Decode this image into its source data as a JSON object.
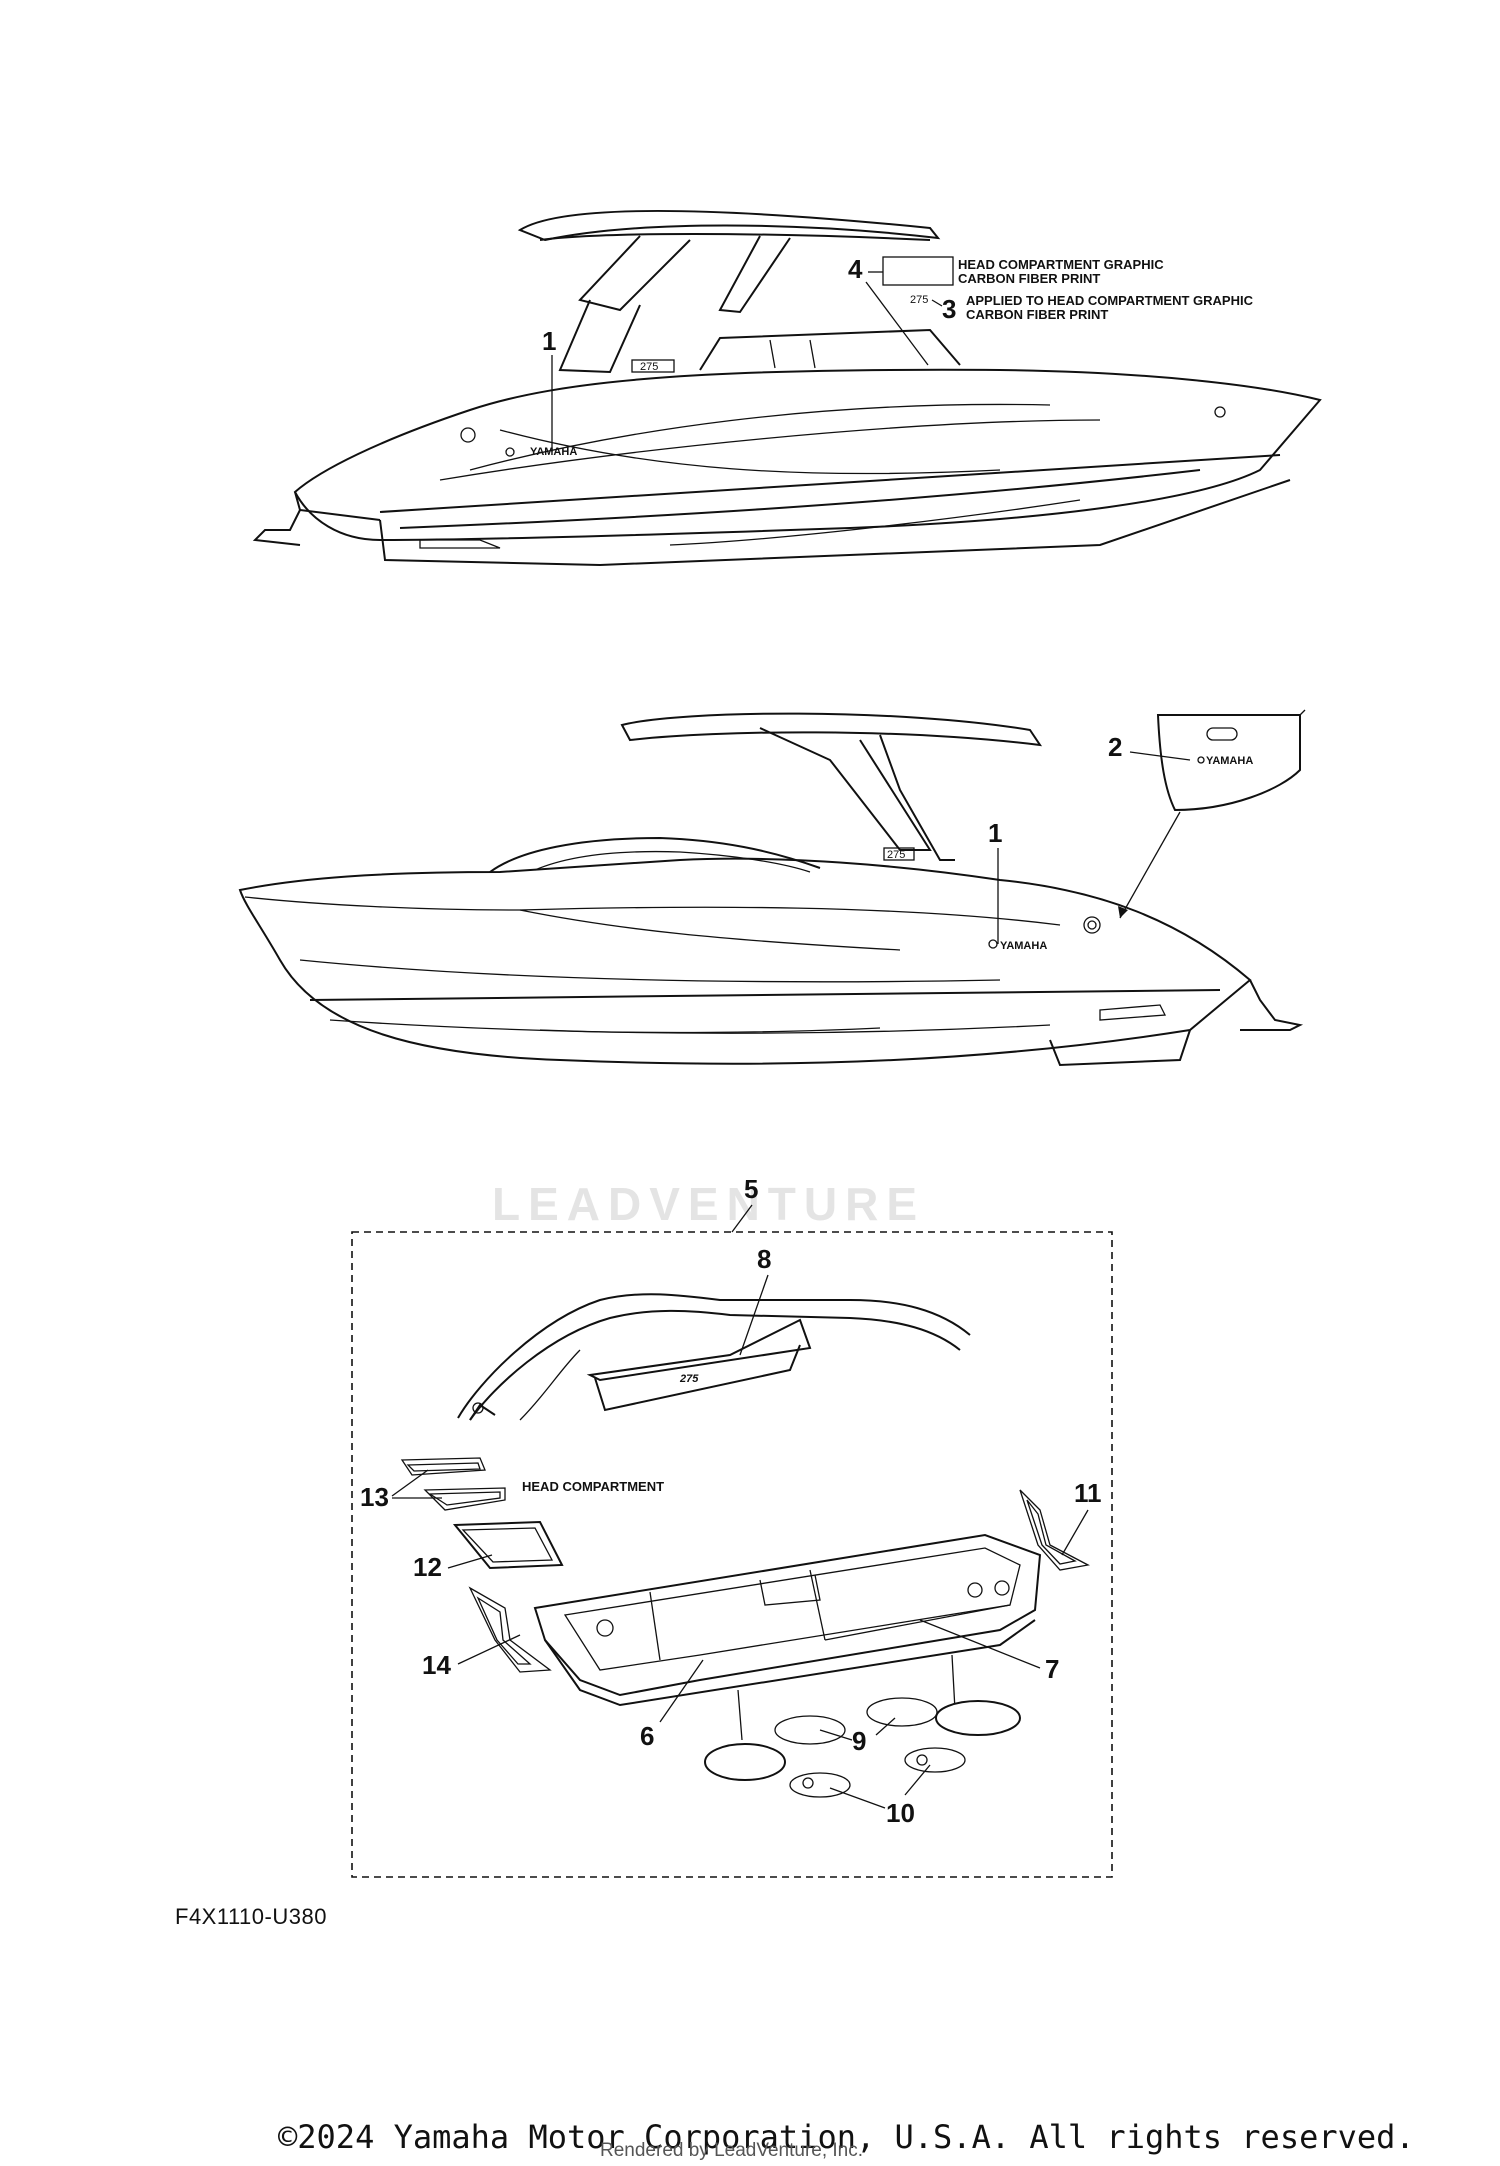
{
  "watermark_text": "LEADVENTURE",
  "callouts": {
    "c1_top": "1",
    "c1_mid": "1",
    "c2": "2",
    "c3": "3",
    "c4": "4",
    "c5": "5",
    "c6": "6",
    "c7": "7",
    "c8": "8",
    "c9": "9",
    "c10": "10",
    "c11": "11",
    "c12": "12",
    "c13": "13",
    "c14": "14"
  },
  "notes": {
    "c4_line1": "HEAD COMPARTMENT GRAPHIC",
    "c4_line2": "CARBON FIBER PRINT",
    "c3_line1": "APPLIED TO HEAD COMPARTMENT GRAPHIC",
    "c3_line2": "CARBON FIBER PRINT",
    "head_compartment": "HEAD COMPARTMENT"
  },
  "decal_text": {
    "model": "275",
    "brand": "YAMAHA"
  },
  "diagram_code": "F4X1110-U380",
  "copyright": "©2024 Yamaha Motor Corporation, U.S.A. All rights reserved.",
  "rendered_by": "Rendered by LeadVenture, Inc."
}
